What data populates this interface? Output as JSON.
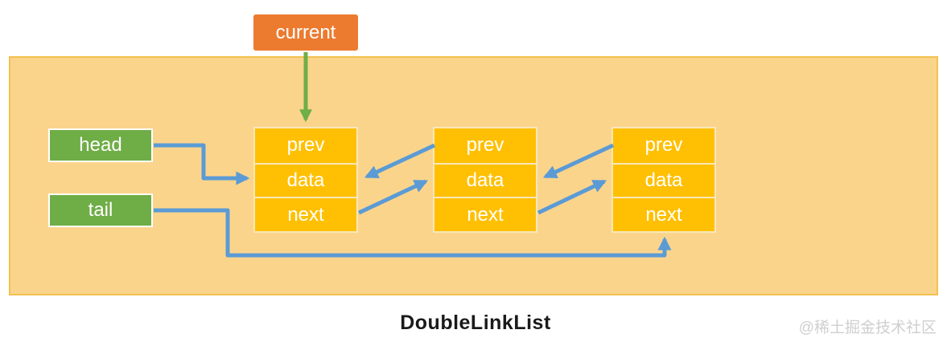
{
  "title": "DoubleLinkList",
  "watermark": "@稀土掘金技术社区",
  "pointers": {
    "current": {
      "label": "current"
    },
    "head": {
      "label": "head"
    },
    "tail": {
      "label": "tail"
    }
  },
  "nodes": [
    {
      "cells": [
        "prev",
        "data",
        "next"
      ]
    },
    {
      "cells": [
        "prev",
        "data",
        "next"
      ]
    },
    {
      "cells": [
        "prev",
        "data",
        "next"
      ]
    }
  ],
  "edges": [
    {
      "name": "current-to-node1",
      "from": "current",
      "to": "node1.top",
      "color_key": "arrow_green"
    },
    {
      "name": "head-to-node1-data",
      "from": "head",
      "to": "node1.data",
      "color_key": "arrow_blue"
    },
    {
      "name": "tail-to-node3-next",
      "from": "tail",
      "to": "node3.next",
      "color_key": "arrow_blue"
    },
    {
      "name": "node2-prev-to-node1",
      "from": "node2.prev",
      "to": "node1.data",
      "color_key": "arrow_blue"
    },
    {
      "name": "node1-next-to-node2",
      "from": "node1.next",
      "to": "node2.data",
      "color_key": "arrow_blue"
    },
    {
      "name": "node3-prev-to-node2",
      "from": "node3.prev",
      "to": "node2.data",
      "color_key": "arrow_blue"
    },
    {
      "name": "node2-next-to-node3",
      "from": "node2.next",
      "to": "node3.data",
      "color_key": "arrow_blue"
    }
  ],
  "colors": {
    "canvas_fill": "#FBD48C",
    "canvas_border": "#F2C14E",
    "node_fill": "#FFC003",
    "node_cell_border": "#F8E7B9",
    "pointer_green": "#6FAD47",
    "pointer_green_border": "#FFFFFF",
    "current_orange": "#EC7B30",
    "arrow_blue": "#5B9BD5",
    "arrow_green": "#6FAE49",
    "title_color": "#1A1A1A",
    "watermark_color": "#CFCFCF",
    "text_white": "#FFFFFF"
  }
}
